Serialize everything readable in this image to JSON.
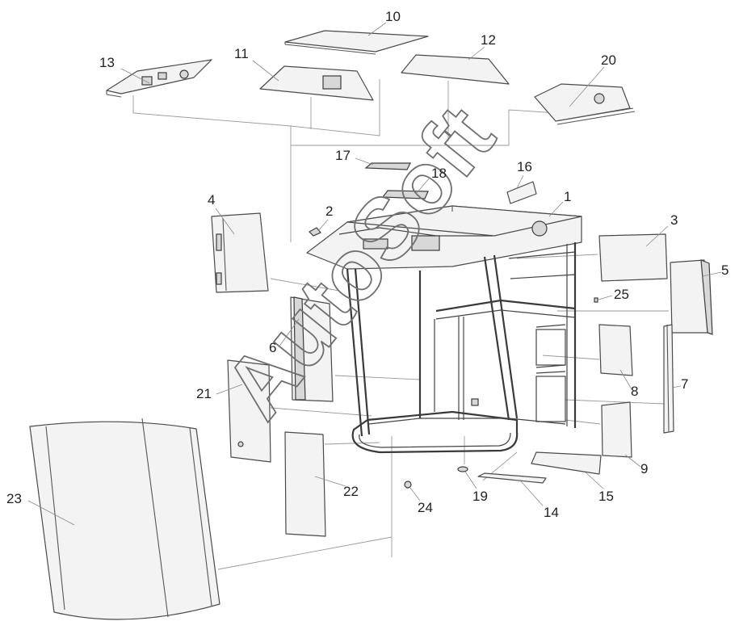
{
  "diagram": {
    "watermark": "AutoSoft",
    "callouts": [
      {
        "id": "c10",
        "label": "10"
      },
      {
        "id": "c11",
        "label": "11"
      },
      {
        "id": "c12",
        "label": "12"
      },
      {
        "id": "c13",
        "label": "13"
      },
      {
        "id": "c20",
        "label": "20"
      },
      {
        "id": "c17",
        "label": "17"
      },
      {
        "id": "c18",
        "label": "18"
      },
      {
        "id": "c16",
        "label": "16"
      },
      {
        "id": "c1",
        "label": "1"
      },
      {
        "id": "c2",
        "label": "2"
      },
      {
        "id": "c4",
        "label": "4"
      },
      {
        "id": "c3",
        "label": "3"
      },
      {
        "id": "c5",
        "label": "5"
      },
      {
        "id": "c25",
        "label": "25"
      },
      {
        "id": "c6",
        "label": "6"
      },
      {
        "id": "c7",
        "label": "7"
      },
      {
        "id": "c8",
        "label": "8"
      },
      {
        "id": "c9",
        "label": "9"
      },
      {
        "id": "c21",
        "label": "21"
      },
      {
        "id": "c22",
        "label": "22"
      },
      {
        "id": "c23",
        "label": "23"
      },
      {
        "id": "c24",
        "label": "24"
      },
      {
        "id": "c19",
        "label": "19"
      },
      {
        "id": "c14",
        "label": "14"
      },
      {
        "id": "c15",
        "label": "15"
      }
    ]
  }
}
